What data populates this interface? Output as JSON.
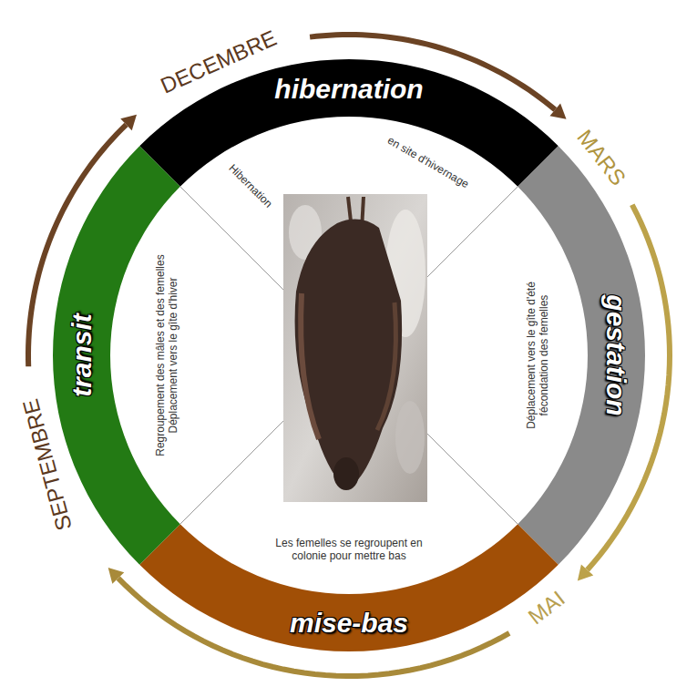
{
  "diagram": {
    "nodes": [
      {
        "text": [
          "hibernation",
          "Hibernation",
          "en site d'hivernage"
        ]
      },
      {
        "text": [
          "gestation",
          "Déplacement vers le gîte d'été fécondation des femelles"
        ]
      },
      {
        "text": [
          "mise-bas",
          "Les femelles se regroupent en colonie pour mettre bas"
        ]
      },
      {
        "text": [
          "transit",
          "Regroupement des mâles et des femelles Déplacement vers le gîte d'hiver"
        ]
      }
    ],
    "labels": [
      "DECEMBRE",
      "MARS",
      "MAI",
      "SEPTEMBRE"
    ]
  }
}
